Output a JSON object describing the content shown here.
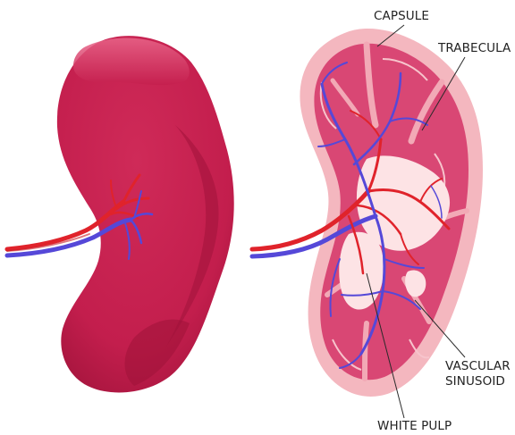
{
  "labels": {
    "capsule": "CAPSULE",
    "trabecula": "TRABECULA",
    "vascular_line1": "VASCULAR",
    "vascular_line2": "SINUSOID",
    "white_pulp": "WHITE PULP"
  },
  "colors": {
    "spleen_body": "#c51f4e",
    "spleen_shadow": "#a3143c",
    "spleen_highlight": "#e05077",
    "capsule": "#f4b7bf",
    "red_pulp": "#d94774",
    "white_pulp": "#fde3e5",
    "artery": "#e0232b",
    "vein": "#5548d8",
    "label_text": "#222222"
  }
}
